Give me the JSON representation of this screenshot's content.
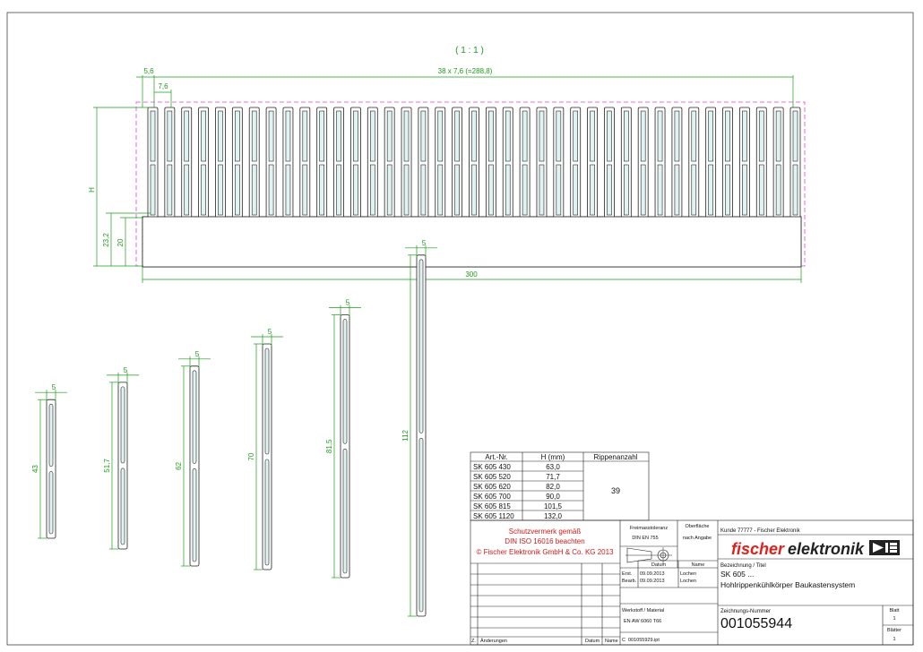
{
  "scale_label": "( 1 : 1 )",
  "dimensions": {
    "offset": "5,6",
    "pitch": "7,6",
    "total": "38 x 7,6 (=288,8)",
    "height_label": "H",
    "base_outer": "23,2",
    "base_inner": "20",
    "width": "300",
    "profile_width": "5"
  },
  "profiles": [
    {
      "height_label": "43",
      "value": 43
    },
    {
      "height_label": "51,7",
      "value": 51.7
    },
    {
      "height_label": "62",
      "value": 62
    },
    {
      "height_label": "70",
      "value": 70
    },
    {
      "height_label": "81,5",
      "value": 81.5
    },
    {
      "height_label": "112",
      "value": 112
    }
  ],
  "parts_table": {
    "headers": [
      "Art.-Nr.",
      "H (mm)",
      "Rippenanzahl"
    ],
    "rows": [
      [
        "SK 605 430",
        "63,0"
      ],
      [
        "SK 605 520",
        "71,7"
      ],
      [
        "SK 605 620",
        "82,0"
      ],
      [
        "SK 605 700",
        "90,0"
      ],
      [
        "SK 605 815",
        "101,5"
      ],
      [
        "SK 605 1120",
        "132,0"
      ]
    ],
    "fin_count": "39"
  },
  "title_block": {
    "protection_line1": "Schutzvermerk gemäß",
    "protection_line2": "DIN ISO 16016 beachten",
    "protection_line3": "© Fischer Elektronik GmbH & Co. KG 2013",
    "tolerance_label": "Freimasstoleranz",
    "tolerance_value": "DIN EN 755",
    "surface_label": "Oberfläche",
    "surface_value": "nach Angabe",
    "date_label": "Datum",
    "name_label": "Name",
    "created_label": "Erst.",
    "edited_label": "Bearb.",
    "created_date": "09.09.2013",
    "edited_date": "09.09.2013",
    "created_name": "Lochen",
    "edited_name": "Lochen",
    "material_label": "Werkstoff / Material",
    "material_value": "EN AW 6060 T66",
    "customer": "Kunde  77777 - Fischer Elektronik",
    "logo_part1": "fischer",
    "logo_part2": "elektronik",
    "designation_label": "Bezeichnung / Titel",
    "designation_line1": "SK 605 ...",
    "designation_line2": "Hohlrippenkühlkörper Baukastensystem",
    "drawing_number_label": "Zeichnungs-Nummer",
    "drawing_number": "001055944",
    "sheet_label": "Blatt",
    "sheet_value": "1",
    "sheets_label": "Blätter",
    "sheets_value": "1",
    "changes_label": "Änderungen",
    "z_label": "Z.",
    "changes_date_label": "Datum",
    "changes_name_label": "Name",
    "file_prefix": "C",
    "file_name": "001055929.ipt"
  },
  "colors": {
    "dimension": "#1c9a1c",
    "outline": "#222222",
    "slot_fill": "#dff3f3",
    "boundary": "#e040e0",
    "protection_text": "#d11818",
    "logo_red": "#e0201c",
    "logo_dark": "#222222"
  }
}
